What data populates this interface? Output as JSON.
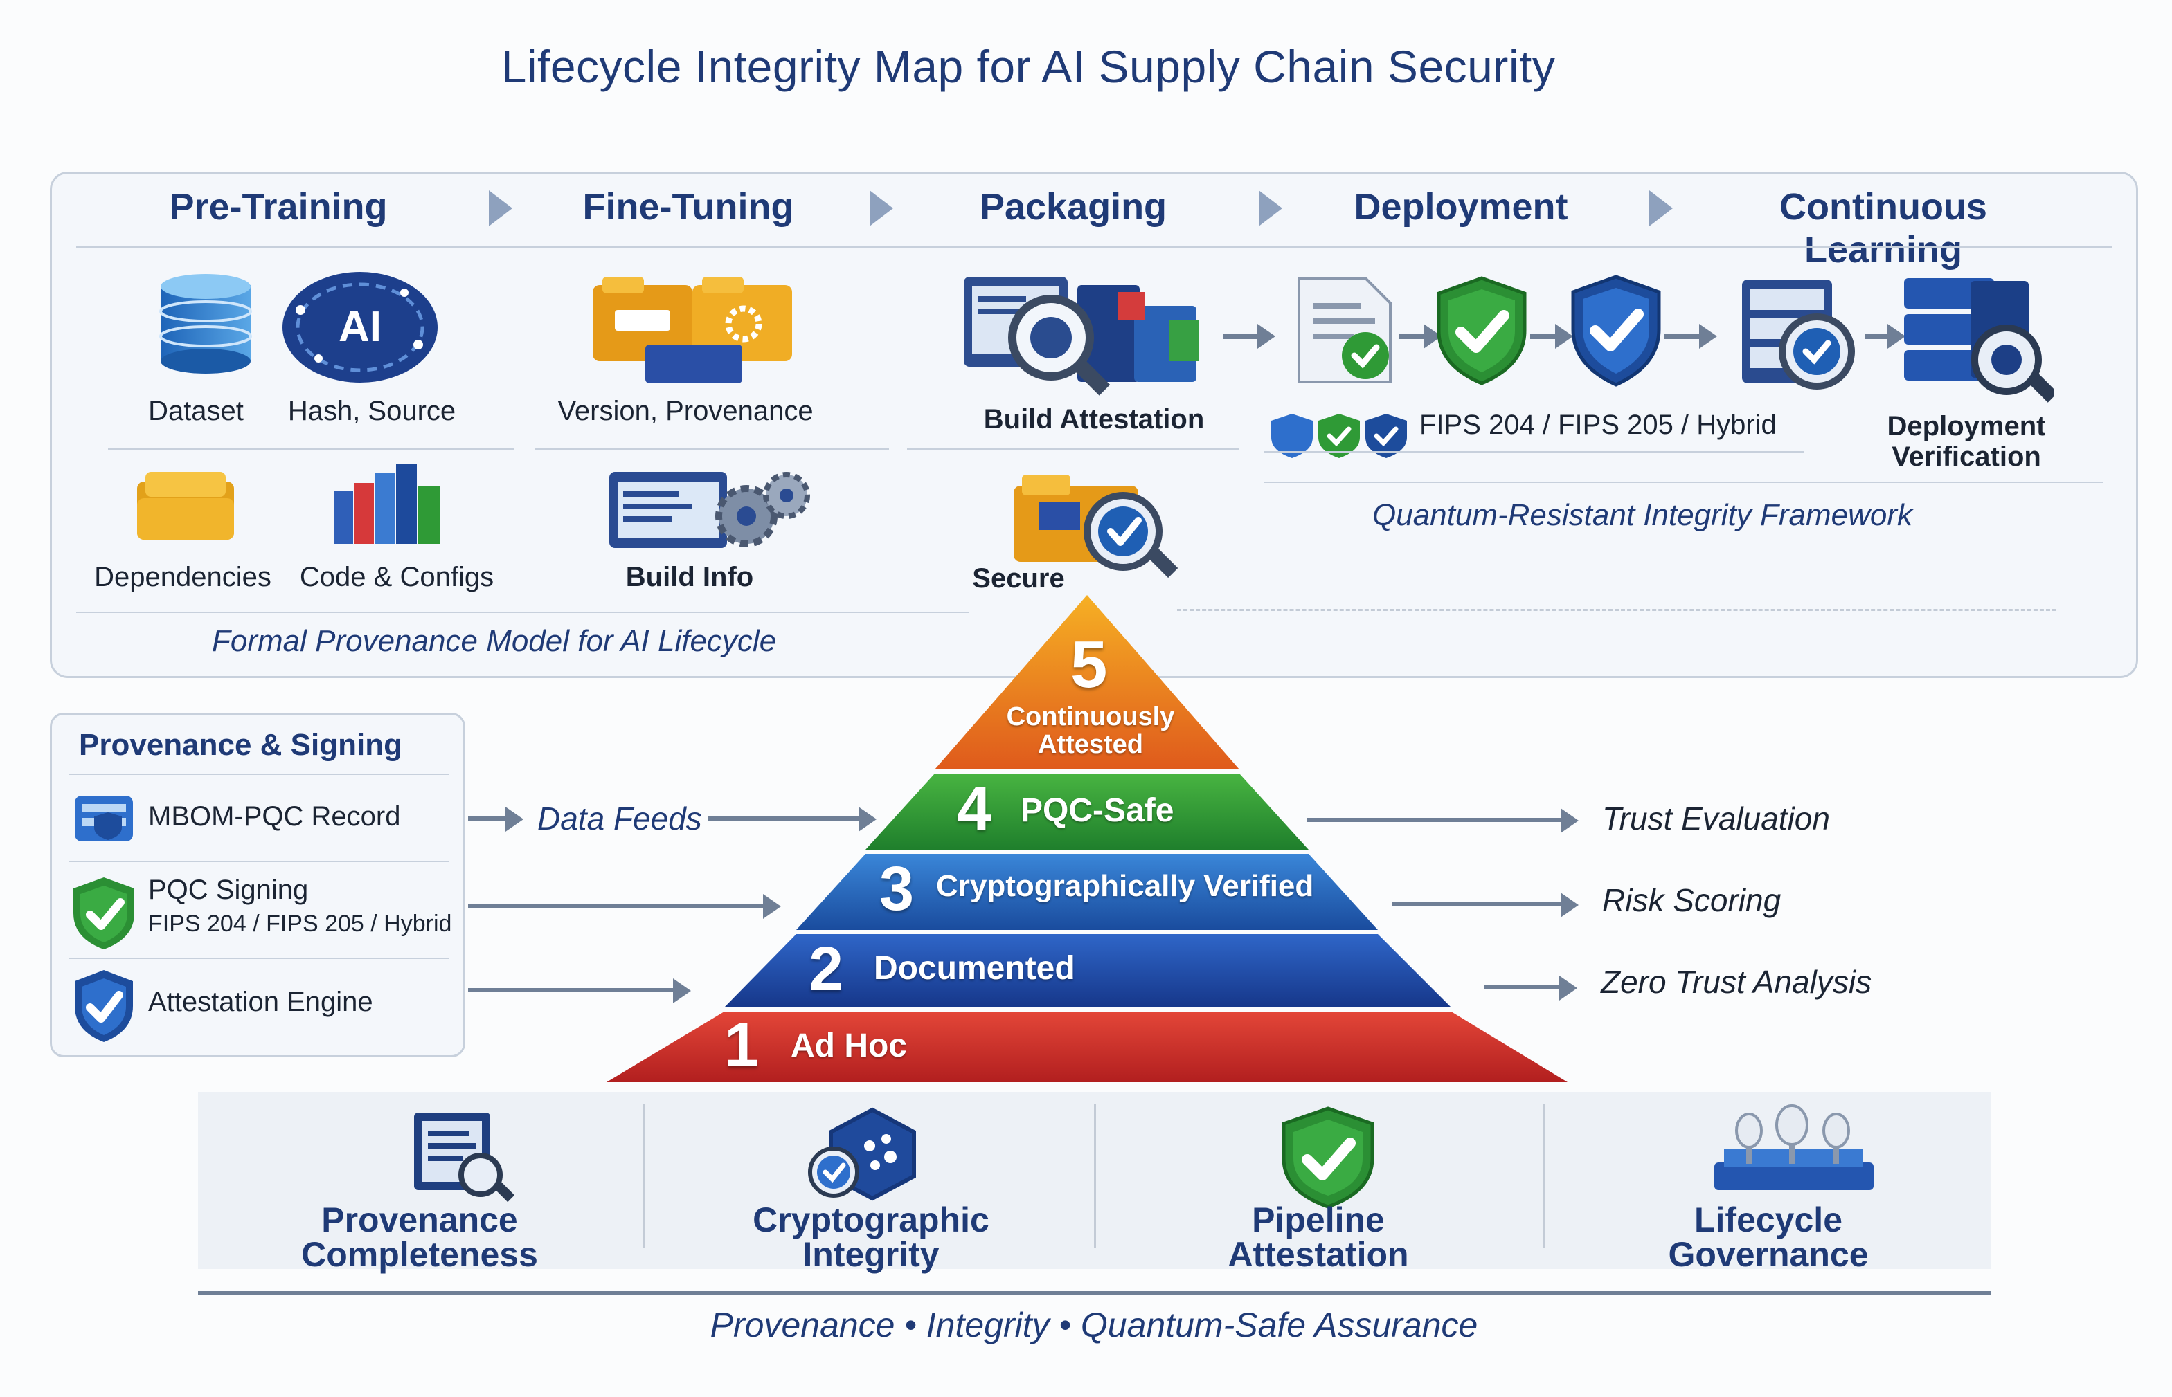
{
  "title": "Lifecycle Integrity Map for AI Supply Chain Security",
  "stages": [
    "Pre-Training",
    "Fine-Tuning",
    "Packaging",
    "Deployment",
    "Continuous Learning"
  ],
  "pretraining": {
    "dataset": "Dataset",
    "hash_source": "Hash, Source",
    "dependencies": "Dependencies",
    "code_configs": "Code & Configs",
    "ai_badge": "AI"
  },
  "finetuning": {
    "version_provenance": "Version, Provenance",
    "build_info": "Build Info"
  },
  "packaging": {
    "build_attestation": "Build Attestation",
    "secure": "Secure"
  },
  "deployment": {
    "fips": "FIPS 204 / FIPS 205 / Hybrid",
    "deployment_verification": "Deployment Verification",
    "framework": "Quantum-Resistant Integrity Framework"
  },
  "provenance_model": "Formal Provenance Model for AI Lifecycle",
  "left_panel": {
    "title": "Provenance & Signing",
    "mbom": "MBOM-PQC Record",
    "pqc_signing": "PQC Signing",
    "pqc_sub": "FIPS 204 / FIPS 205 / Hybrid",
    "attestation_engine": "Attestation Engine"
  },
  "data_feeds": "Data Feeds",
  "pyramid": [
    {
      "num": "5",
      "label": "Continuously Attested",
      "color": "#e67f22"
    },
    {
      "num": "4",
      "label": "PQC-Safe",
      "color": "#2f9a36"
    },
    {
      "num": "3",
      "label": "Cryptographically Verified",
      "color": "#1f5fb4"
    },
    {
      "num": "2",
      "label": "Documented",
      "color": "#1d46a6"
    },
    {
      "num": "1",
      "label": "Ad Hoc",
      "color": "#cf2f2f"
    }
  ],
  "outputs": [
    "Trust Evaluation",
    "Risk Scoring",
    "Zero Trust Analysis"
  ],
  "metrics": [
    "Provenance Completeness",
    "Cryptographic Integrity",
    "Pipeline Attestation",
    "Lifecycle Governance"
  ],
  "footer": "Provenance  •  Integrity  •  Quantum-Safe Assurance"
}
